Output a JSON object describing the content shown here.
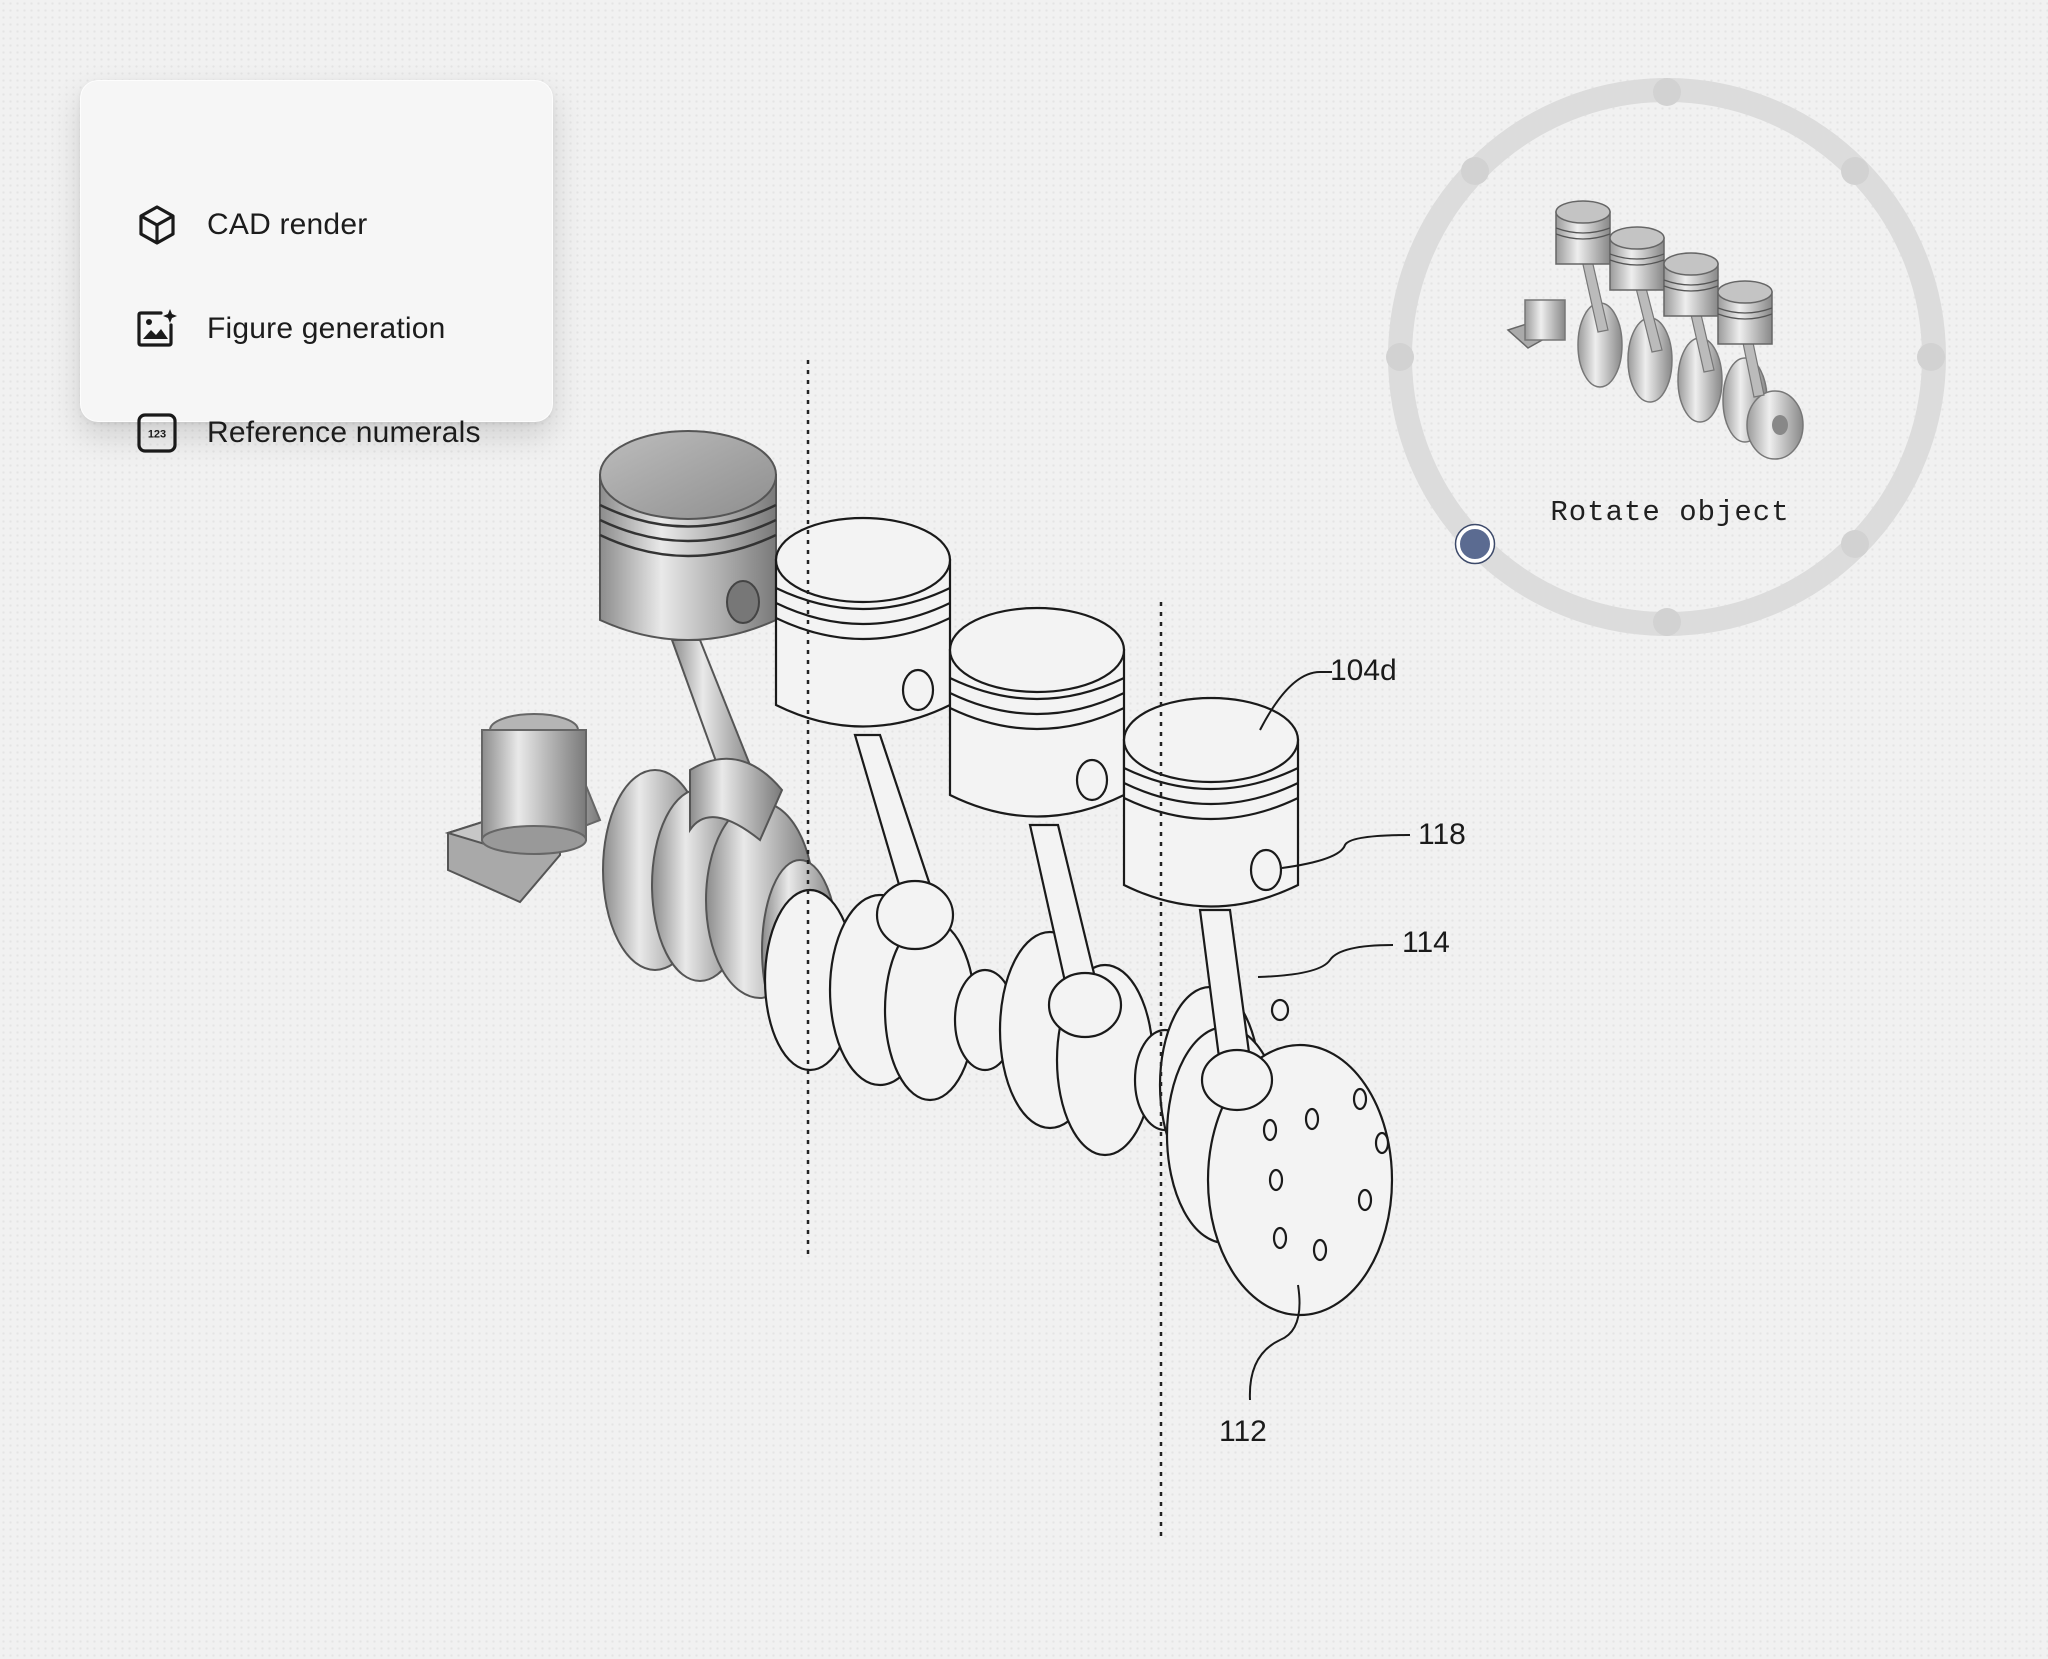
{
  "menu": {
    "items": [
      {
        "label": "CAD render",
        "icon": "cube-icon"
      },
      {
        "label": "Figure generation",
        "icon": "image-sparkle-icon"
      },
      {
        "label": "Reference numerals",
        "icon": "numbers-123-icon"
      }
    ]
  },
  "rotate_widget": {
    "label": "Rotate object"
  },
  "reference_numerals": {
    "piston": "104d",
    "pin_bore": "118",
    "connecting_rod": "114",
    "crank_end": "112"
  },
  "colors": {
    "background": "#f1f1f1",
    "card": "#f6f6f6",
    "ring": "#dcdcdc",
    "handle": "#5b6b91",
    "line": "#1a1a1a"
  }
}
